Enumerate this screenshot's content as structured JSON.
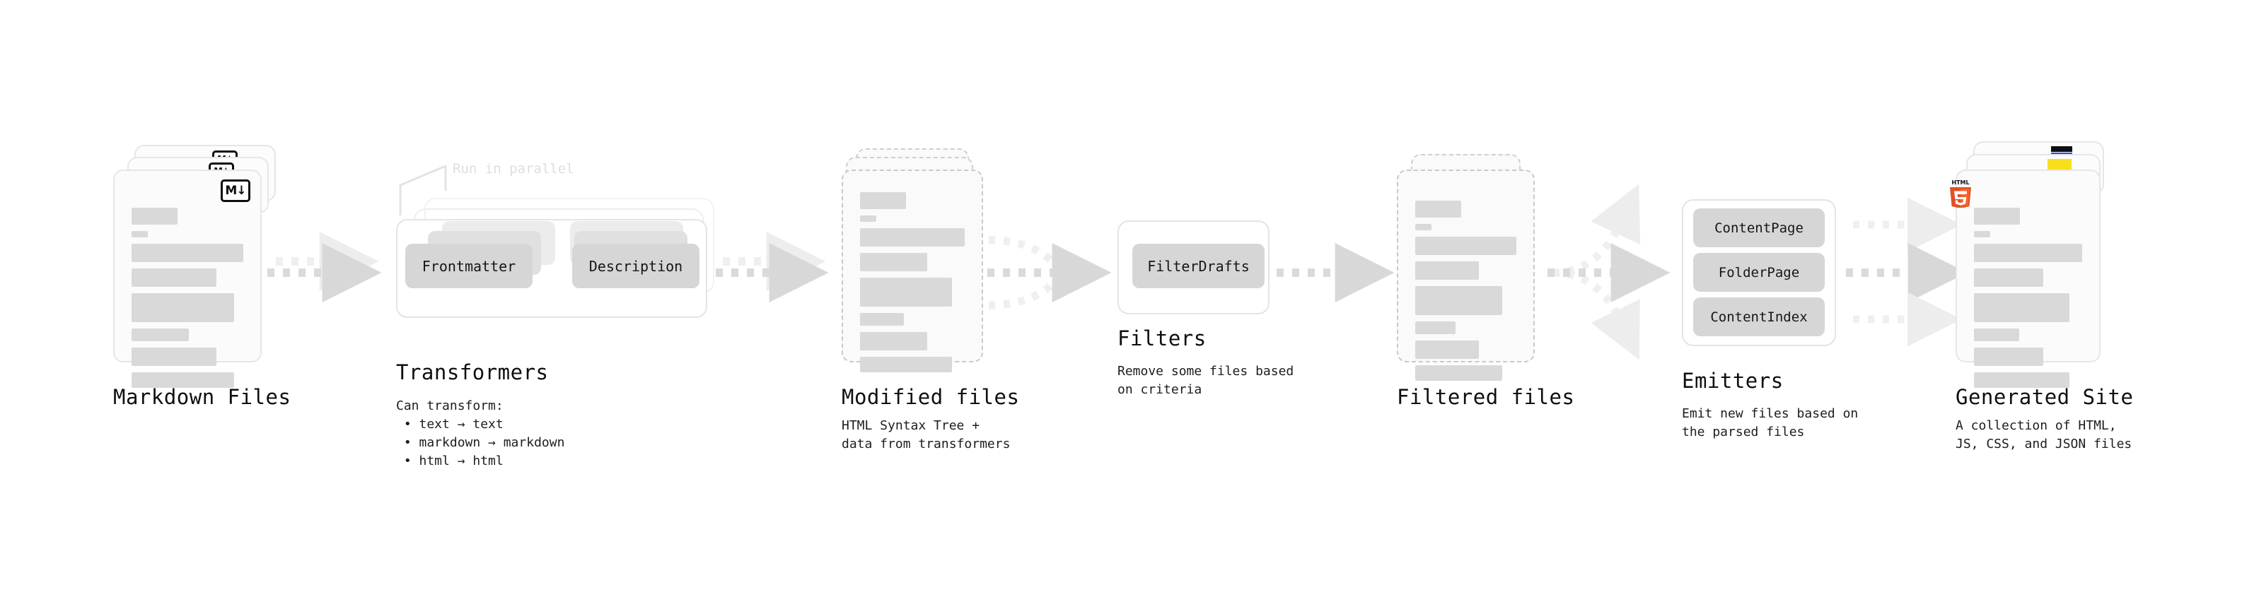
{
  "diagram": {
    "type": "pipeline-flow",
    "background": "#ffffff",
    "accents": {
      "bar_gray": "#d9d9d9",
      "pill_gray": "#d6d6d6",
      "arrow_gray": "#d8d8d8",
      "html5_orange": "#e44d26",
      "html5_orange_light": "#f16529",
      "js_yellow": "#f7df1e",
      "css_blue": "#264de4",
      "markdown_black": "#0d0d0d"
    }
  },
  "stages": [
    {
      "id": "markdown-files",
      "title": "Markdown Files",
      "subtitle": "",
      "badge": "markdown-badge",
      "badge_text": "M↓"
    },
    {
      "id": "transformers",
      "title": "Transformers",
      "subtitle": "Can transform:\n • text → text\n • markdown → markdown\n • html → html",
      "annotation": "Run in parallel",
      "nodes": [
        "Frontmatter",
        "Description"
      ]
    },
    {
      "id": "modified-files",
      "title": "Modified files",
      "subtitle": "HTML Syntax Tree +\ndata from transformers"
    },
    {
      "id": "filters",
      "title": "Filters",
      "subtitle": "Remove some files based\non criteria",
      "nodes": [
        "FilterDrafts"
      ]
    },
    {
      "id": "filtered-files",
      "title": "Filtered files",
      "subtitle": ""
    },
    {
      "id": "emitters",
      "title": "Emitters",
      "subtitle": "Emit new files based on\nthe parsed files",
      "nodes": [
        "ContentPage",
        "FolderPage",
        "ContentIndex"
      ]
    },
    {
      "id": "generated-site",
      "title": "Generated Site",
      "subtitle": "A collection of HTML,\nJS, CSS, and JSON files",
      "badges": [
        "html5-badge",
        "js-badge",
        "css-badge"
      ],
      "badge_text": "HTML"
    }
  ],
  "labels": {
    "markdown_files": "Markdown Files",
    "transformers": "Transformers",
    "transformers_sub": "Can transform:\n • text → text\n • markdown → markdown\n • html → html",
    "run_in_parallel": "Run in parallel",
    "frontmatter": "Frontmatter",
    "description": "Description",
    "modified_files": "Modified files",
    "modified_files_sub": "HTML Syntax Tree +\ndata from transformers",
    "filters": "Filters",
    "filters_sub": "Remove some files based\non criteria",
    "filter_drafts": "FilterDrafts",
    "filtered_files": "Filtered files",
    "emitters": "Emitters",
    "emitters_sub": "Emit new files based on\nthe parsed files",
    "content_page": "ContentPage",
    "folder_page": "FolderPage",
    "content_index": "ContentIndex",
    "generated_site": "Generated Site",
    "generated_site_sub": "A collection of HTML,\nJS, CSS, and JSON files",
    "md_badge": "M↓",
    "html5_badge": "HTML"
  }
}
